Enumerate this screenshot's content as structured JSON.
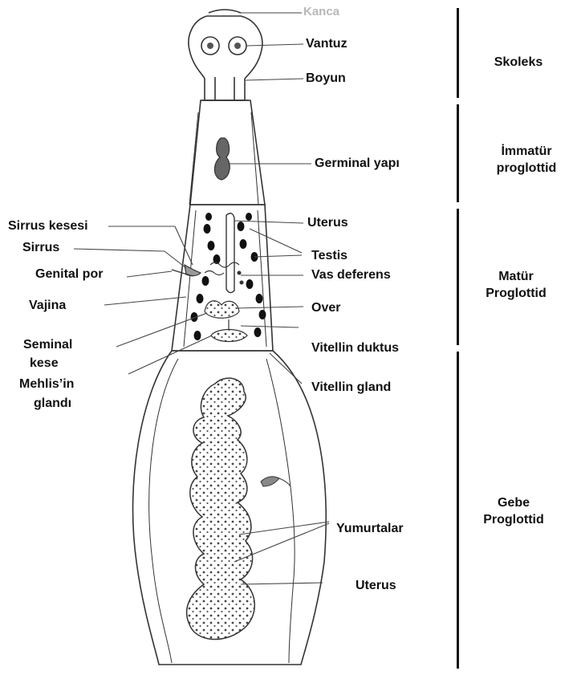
{
  "labels": {
    "kanca": "Kanca",
    "vantuz": "Vantuz",
    "boyun": "Boyun",
    "germinal_yapi": "Germinal yapı",
    "sirrus_kesesi": "Sirrus kesesi",
    "sirrus": "Sirrus",
    "genital_por": "Genital por",
    "vajina": "Vajina",
    "seminal_kese_1": "Seminal",
    "seminal_kese_2": "kese",
    "mehlis_1": "Mehlis’in",
    "mehlis_2": "glandı",
    "uterus_top": "Uterus",
    "testis": "Testis",
    "vas_deferens": "Vas deferens",
    "over": "Over",
    "vitellin_duktus": "Vitellin duktus",
    "vitellin_gland": "Vitellin gland",
    "yumurtalar": "Yumurtalar",
    "uterus_bottom": "Uterus"
  },
  "sections": {
    "skoleks": [
      "Skoleks"
    ],
    "immatur": [
      "İmmatür",
      "proglottid"
    ],
    "matur": [
      "Matür",
      "Proglottid"
    ],
    "gebe": [
      "Gebe",
      "Proglottid"
    ]
  },
  "colors": {
    "ink": "#111111",
    "faded": "#b8b8b8",
    "stroke": "#333333"
  }
}
